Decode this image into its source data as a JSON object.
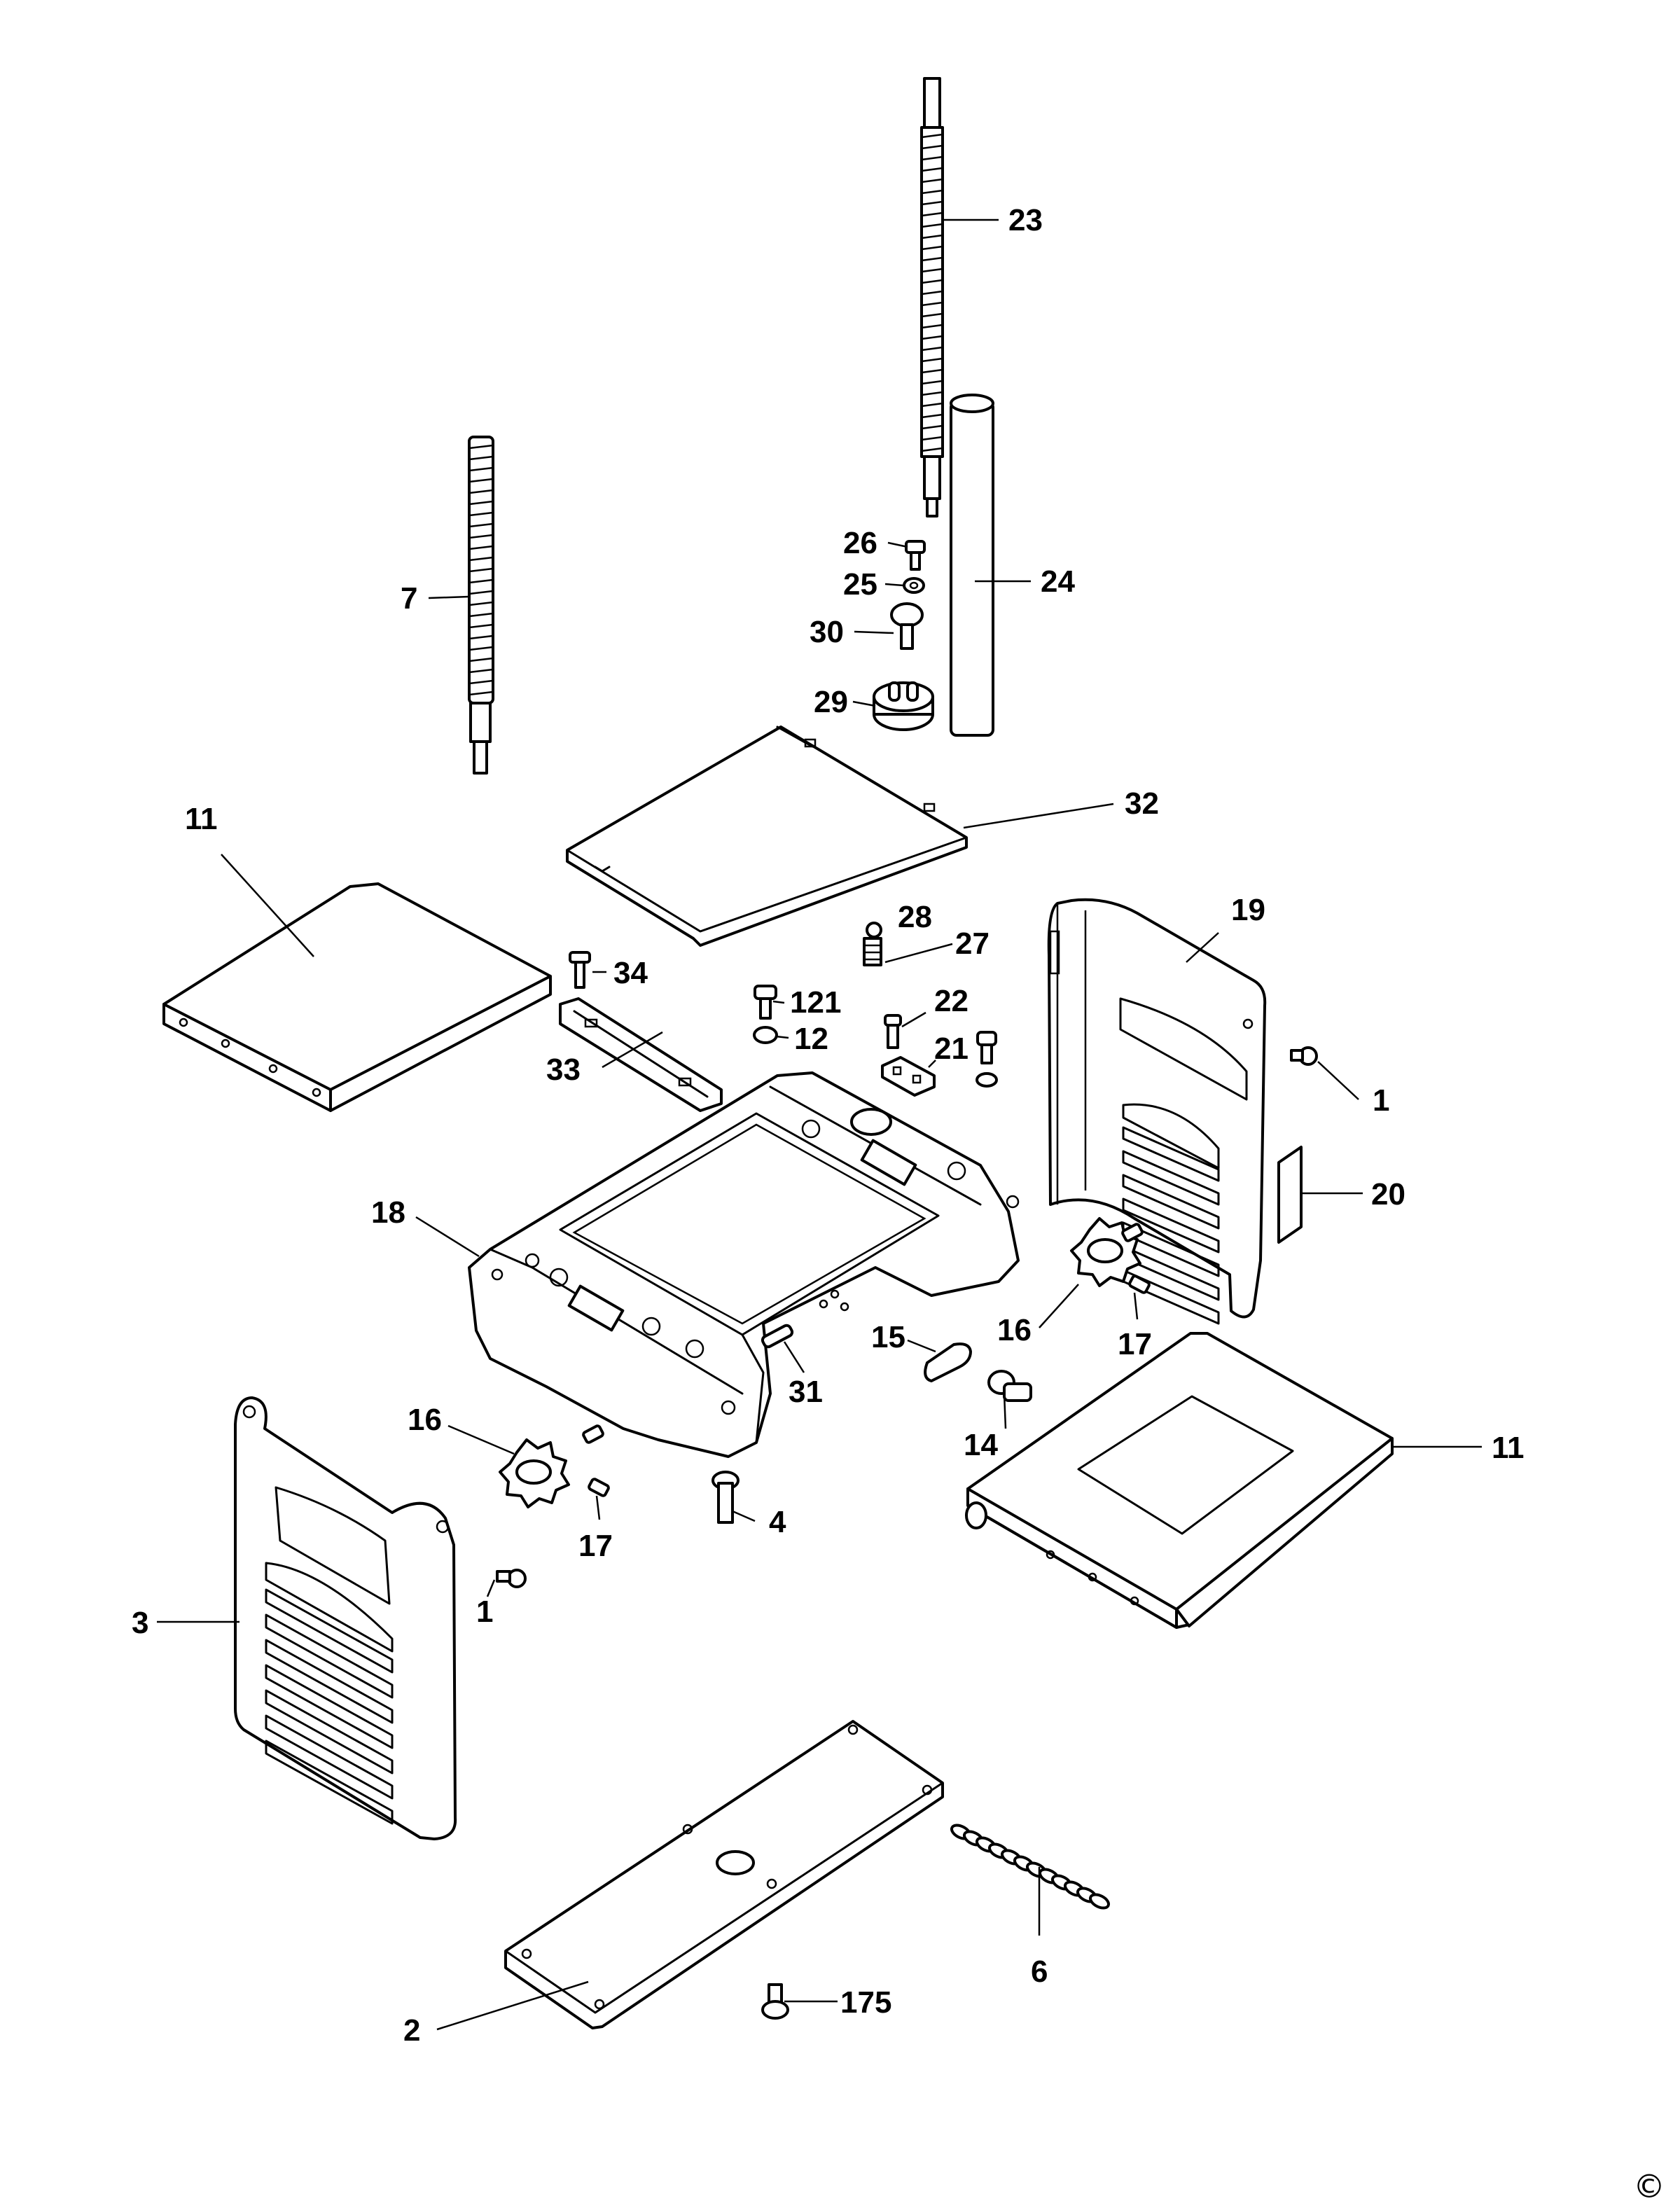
{
  "diagram": {
    "type": "exploded-parts-diagram",
    "callouts": [
      {
        "id": "23",
        "label": "23"
      },
      {
        "id": "24",
        "label": "24"
      },
      {
        "id": "26",
        "label": "26"
      },
      {
        "id": "25",
        "label": "25"
      },
      {
        "id": "30",
        "label": "30"
      },
      {
        "id": "29",
        "label": "29"
      },
      {
        "id": "7",
        "label": "7"
      },
      {
        "id": "32",
        "label": "32"
      },
      {
        "id": "11-left",
        "label": "11"
      },
      {
        "id": "34",
        "label": "34"
      },
      {
        "id": "33",
        "label": "33"
      },
      {
        "id": "28",
        "label": "28"
      },
      {
        "id": "27",
        "label": "27"
      },
      {
        "id": "121",
        "label": "121"
      },
      {
        "id": "12",
        "label": "12"
      },
      {
        "id": "22",
        "label": "22"
      },
      {
        "id": "21",
        "label": "21"
      },
      {
        "id": "19",
        "label": "19"
      },
      {
        "id": "1-right",
        "label": "1"
      },
      {
        "id": "20",
        "label": "20"
      },
      {
        "id": "18",
        "label": "18"
      },
      {
        "id": "16-right",
        "label": "16"
      },
      {
        "id": "17-right",
        "label": "17"
      },
      {
        "id": "15",
        "label": "15"
      },
      {
        "id": "31",
        "label": "31"
      },
      {
        "id": "14",
        "label": "14"
      },
      {
        "id": "11-right",
        "label": "11"
      },
      {
        "id": "16-left",
        "label": "16"
      },
      {
        "id": "17-left",
        "label": "17"
      },
      {
        "id": "4",
        "label": "4"
      },
      {
        "id": "1-left",
        "label": "1"
      },
      {
        "id": "3",
        "label": "3"
      },
      {
        "id": "6",
        "label": "6"
      },
      {
        "id": "175",
        "label": "175"
      },
      {
        "id": "2",
        "label": "2"
      }
    ],
    "copyright_symbol": "©"
  }
}
